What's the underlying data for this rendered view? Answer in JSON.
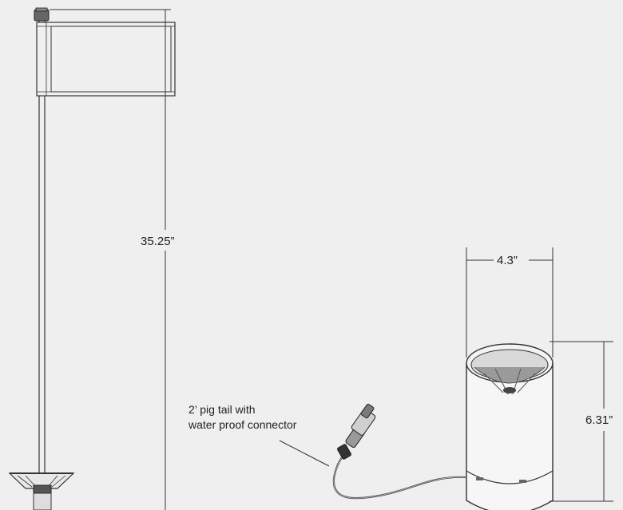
{
  "dimensions": {
    "pole_height": "35.25”",
    "cup_diameter": "4.3”",
    "cup_height": "6.31”"
  },
  "annotation": {
    "line1": "2’ pig tail with",
    "line2": "water proof connector"
  },
  "colors": {
    "background": "#efefef",
    "line": "#333333",
    "flag_fill": "#f0f0f0",
    "cup_fill": "#f6f6f6",
    "cup_dark": "#7a7a7a"
  }
}
